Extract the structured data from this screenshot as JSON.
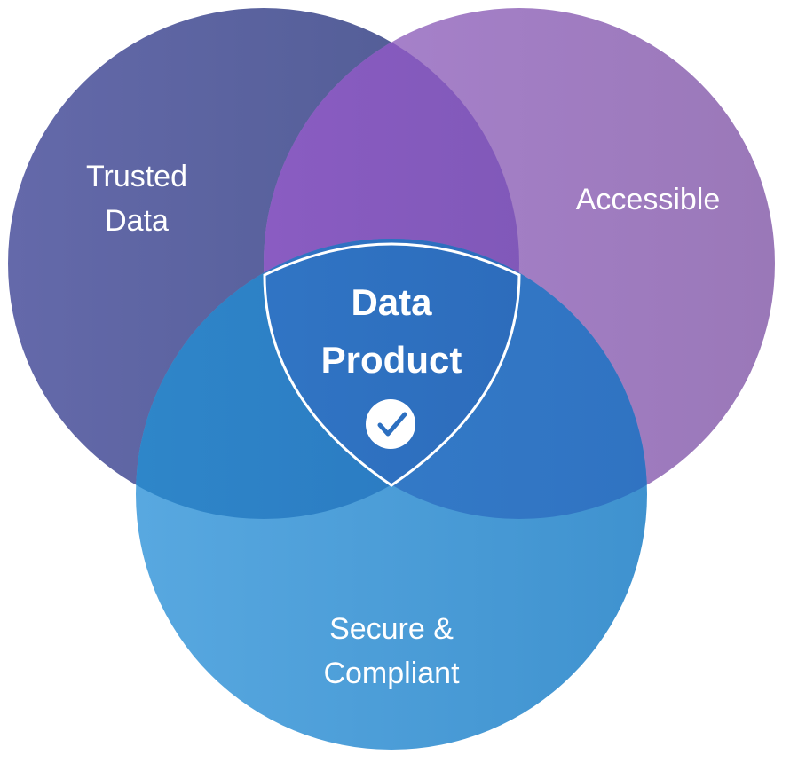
{
  "diagram": {
    "sets": [
      {
        "id": "trusted",
        "lines": [
          "Trusted",
          "Data"
        ]
      },
      {
        "id": "accessible",
        "lines": [
          "Accessible"
        ]
      },
      {
        "id": "secure",
        "lines": [
          "Secure &",
          "Compliant"
        ]
      }
    ],
    "center": {
      "lines": [
        "Data",
        "Product"
      ],
      "icon": "check-circle-icon"
    },
    "colors": {
      "trusted": "#5e65a6",
      "accessible": "#a47ac6",
      "secure": "#4f9fd6",
      "trusted_accessible": "#7a57b9",
      "trusted_secure": "#2b7fc6",
      "accessible_secure": "#3e7ec9",
      "center": "#2f6fc0"
    }
  }
}
